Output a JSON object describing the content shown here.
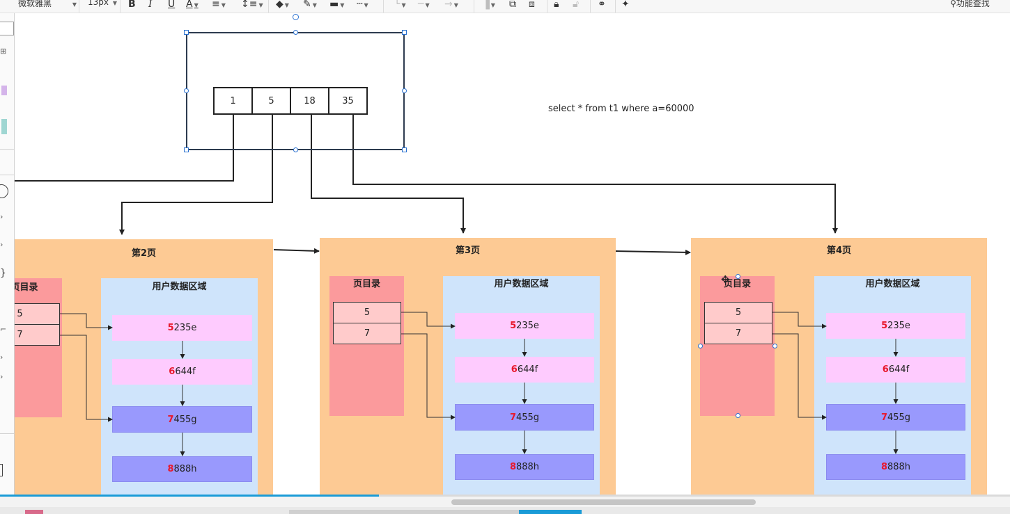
{
  "toolbar": {
    "font_family_value": "微软雅黑",
    "font_size_value": "13px",
    "search_label": "功能查找"
  },
  "canvas": {
    "index_node": {
      "keys": [
        "1",
        "5",
        "18",
        "35"
      ]
    },
    "query_text": "select * from t1 where a=60000",
    "pages": [
      {
        "title": "第2页",
        "directory": {
          "title": "页目录",
          "slots": [
            "5",
            "7"
          ]
        },
        "data_area": {
          "title": "用户数据区域",
          "records": [
            {
              "key": "5",
              "rest": "235e",
              "style": "pink"
            },
            {
              "key": "6",
              "rest": "644f",
              "style": "pink"
            },
            {
              "key": "7",
              "rest": "455g",
              "style": "purple"
            },
            {
              "key": "8",
              "rest": "888h",
              "style": "purple"
            }
          ]
        }
      },
      {
        "title": "第3页",
        "directory": {
          "title": "页目录",
          "slots": [
            "5",
            "7"
          ]
        },
        "data_area": {
          "title": "用户数据区域",
          "records": [
            {
              "key": "5",
              "rest": "235e",
              "style": "pink"
            },
            {
              "key": "6",
              "rest": "644f",
              "style": "pink"
            },
            {
              "key": "7",
              "rest": "455g",
              "style": "purple"
            },
            {
              "key": "8",
              "rest": "888h",
              "style": "purple"
            }
          ]
        }
      },
      {
        "title": "第4页",
        "directory": {
          "title": "页目录",
          "slots": [
            "5",
            "7"
          ]
        },
        "data_area": {
          "title": "用户数据区域",
          "records": [
            {
              "key": "5",
              "rest": "235e",
              "style": "pink"
            },
            {
              "key": "6",
              "rest": "644f",
              "style": "pink"
            },
            {
              "key": "7",
              "rest": "455g",
              "style": "purple"
            },
            {
              "key": "8",
              "rest": "888h",
              "style": "purple"
            }
          ]
        }
      }
    ]
  },
  "video_progress": {
    "fraction": 0.375
  },
  "colors": {
    "page": "#fdca94",
    "directory": "#fb9a9c",
    "directory_slot": "#ffcbcb",
    "data_area": "#cfe4fb",
    "record_pink": "#fecbfe",
    "record_purple": "#9999fd",
    "key_red": "#e8182c",
    "selection_handle": "#2a71d0",
    "progress": "#1a9bd7"
  },
  "icons": [
    "bold-icon",
    "italic-icon",
    "underline-icon",
    "font-color-icon",
    "align-icon",
    "line-spacing-icon",
    "fill-color-icon",
    "line-color-icon",
    "line-style-icon",
    "dash-style-icon",
    "connector-icon",
    "arrow-style-icon",
    "bring-forward-icon",
    "send-backward-icon",
    "lock-icon",
    "unlock-icon",
    "link-icon",
    "magic-wand-icon",
    "search-icon"
  ]
}
